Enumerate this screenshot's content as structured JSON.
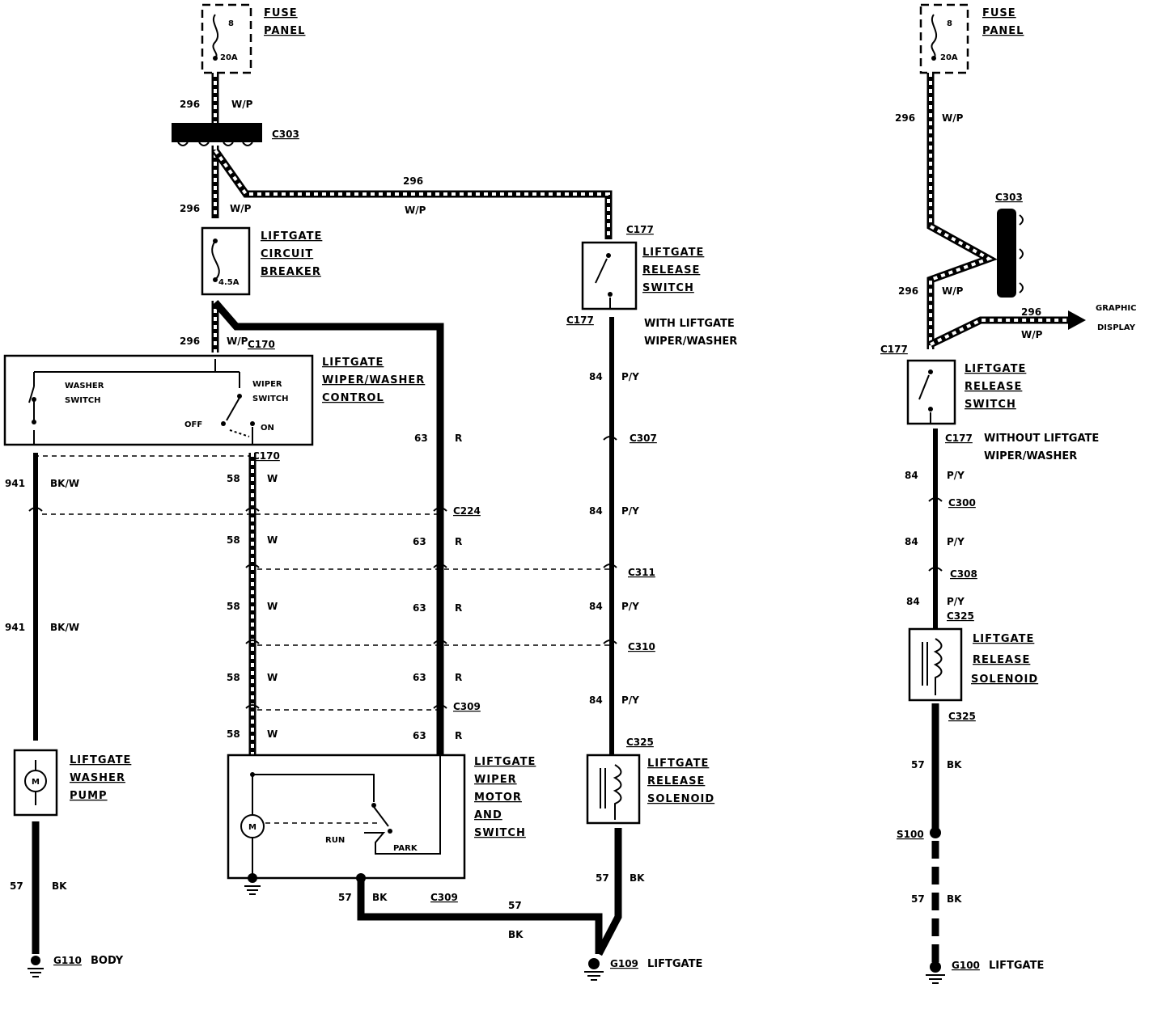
{
  "fuse_panel_label": [
    "FUSE",
    "PANEL"
  ],
  "fuse_number": "8",
  "fuse_rating": "20A",
  "circuit_breaker": {
    "label": [
      "LIFTGATE",
      "CIRCUIT",
      "BREAKER"
    ],
    "rating": "4.5A"
  },
  "wiper_control": {
    "label": [
      "LIFTGATE",
      "WIPER/WASHER",
      "CONTROL"
    ],
    "washer_switch": [
      "WASHER",
      "SWITCH"
    ],
    "wiper_switch": [
      "WIPER",
      "SWITCH"
    ],
    "off": "OFF",
    "on": "ON"
  },
  "release_switch_label": [
    "LIFTGATE",
    "RELEASE",
    "SWITCH"
  ],
  "with_note": [
    "WITH LIFTGATE",
    "WIPER/WASHER"
  ],
  "without_note": [
    "WITHOUT LIFTGATE",
    "WIPER/WASHER"
  ],
  "washer_pump_label": [
    "LIFTGATE",
    "WASHER",
    "PUMP"
  ],
  "wiper_motor_label": [
    "LIFTGATE",
    "WIPER",
    "MOTOR",
    "AND",
    "SWITCH"
  ],
  "run": "RUN",
  "park": "PARK",
  "motor_symbol": "M",
  "solenoid_label": [
    "LIFTGATE",
    "RELEASE",
    "SOLENOID"
  ],
  "graphic_display": [
    "GRAPHIC",
    "DISPLAY"
  ],
  "wires": {
    "n296": "296",
    "wp": "W/P",
    "n941": "941",
    "bkw": "BK/W",
    "n58": "58",
    "w": "W",
    "n63": "63",
    "r": "R",
    "n84": "84",
    "py": "P/Y",
    "n57": "57",
    "bk": "BK"
  },
  "connectors": {
    "c303": "C303",
    "c170": "C170",
    "c177": "C177",
    "c224": "C224",
    "c309": "C309",
    "c307": "C307",
    "c311": "C311",
    "c310": "C310",
    "c325": "C325",
    "c300": "C300",
    "c308": "C308",
    "s100": "S100"
  },
  "grounds": {
    "g110": "G110",
    "body": "BODY",
    "g109": "G109",
    "g100": "G100",
    "liftgate": "LIFTGATE"
  }
}
